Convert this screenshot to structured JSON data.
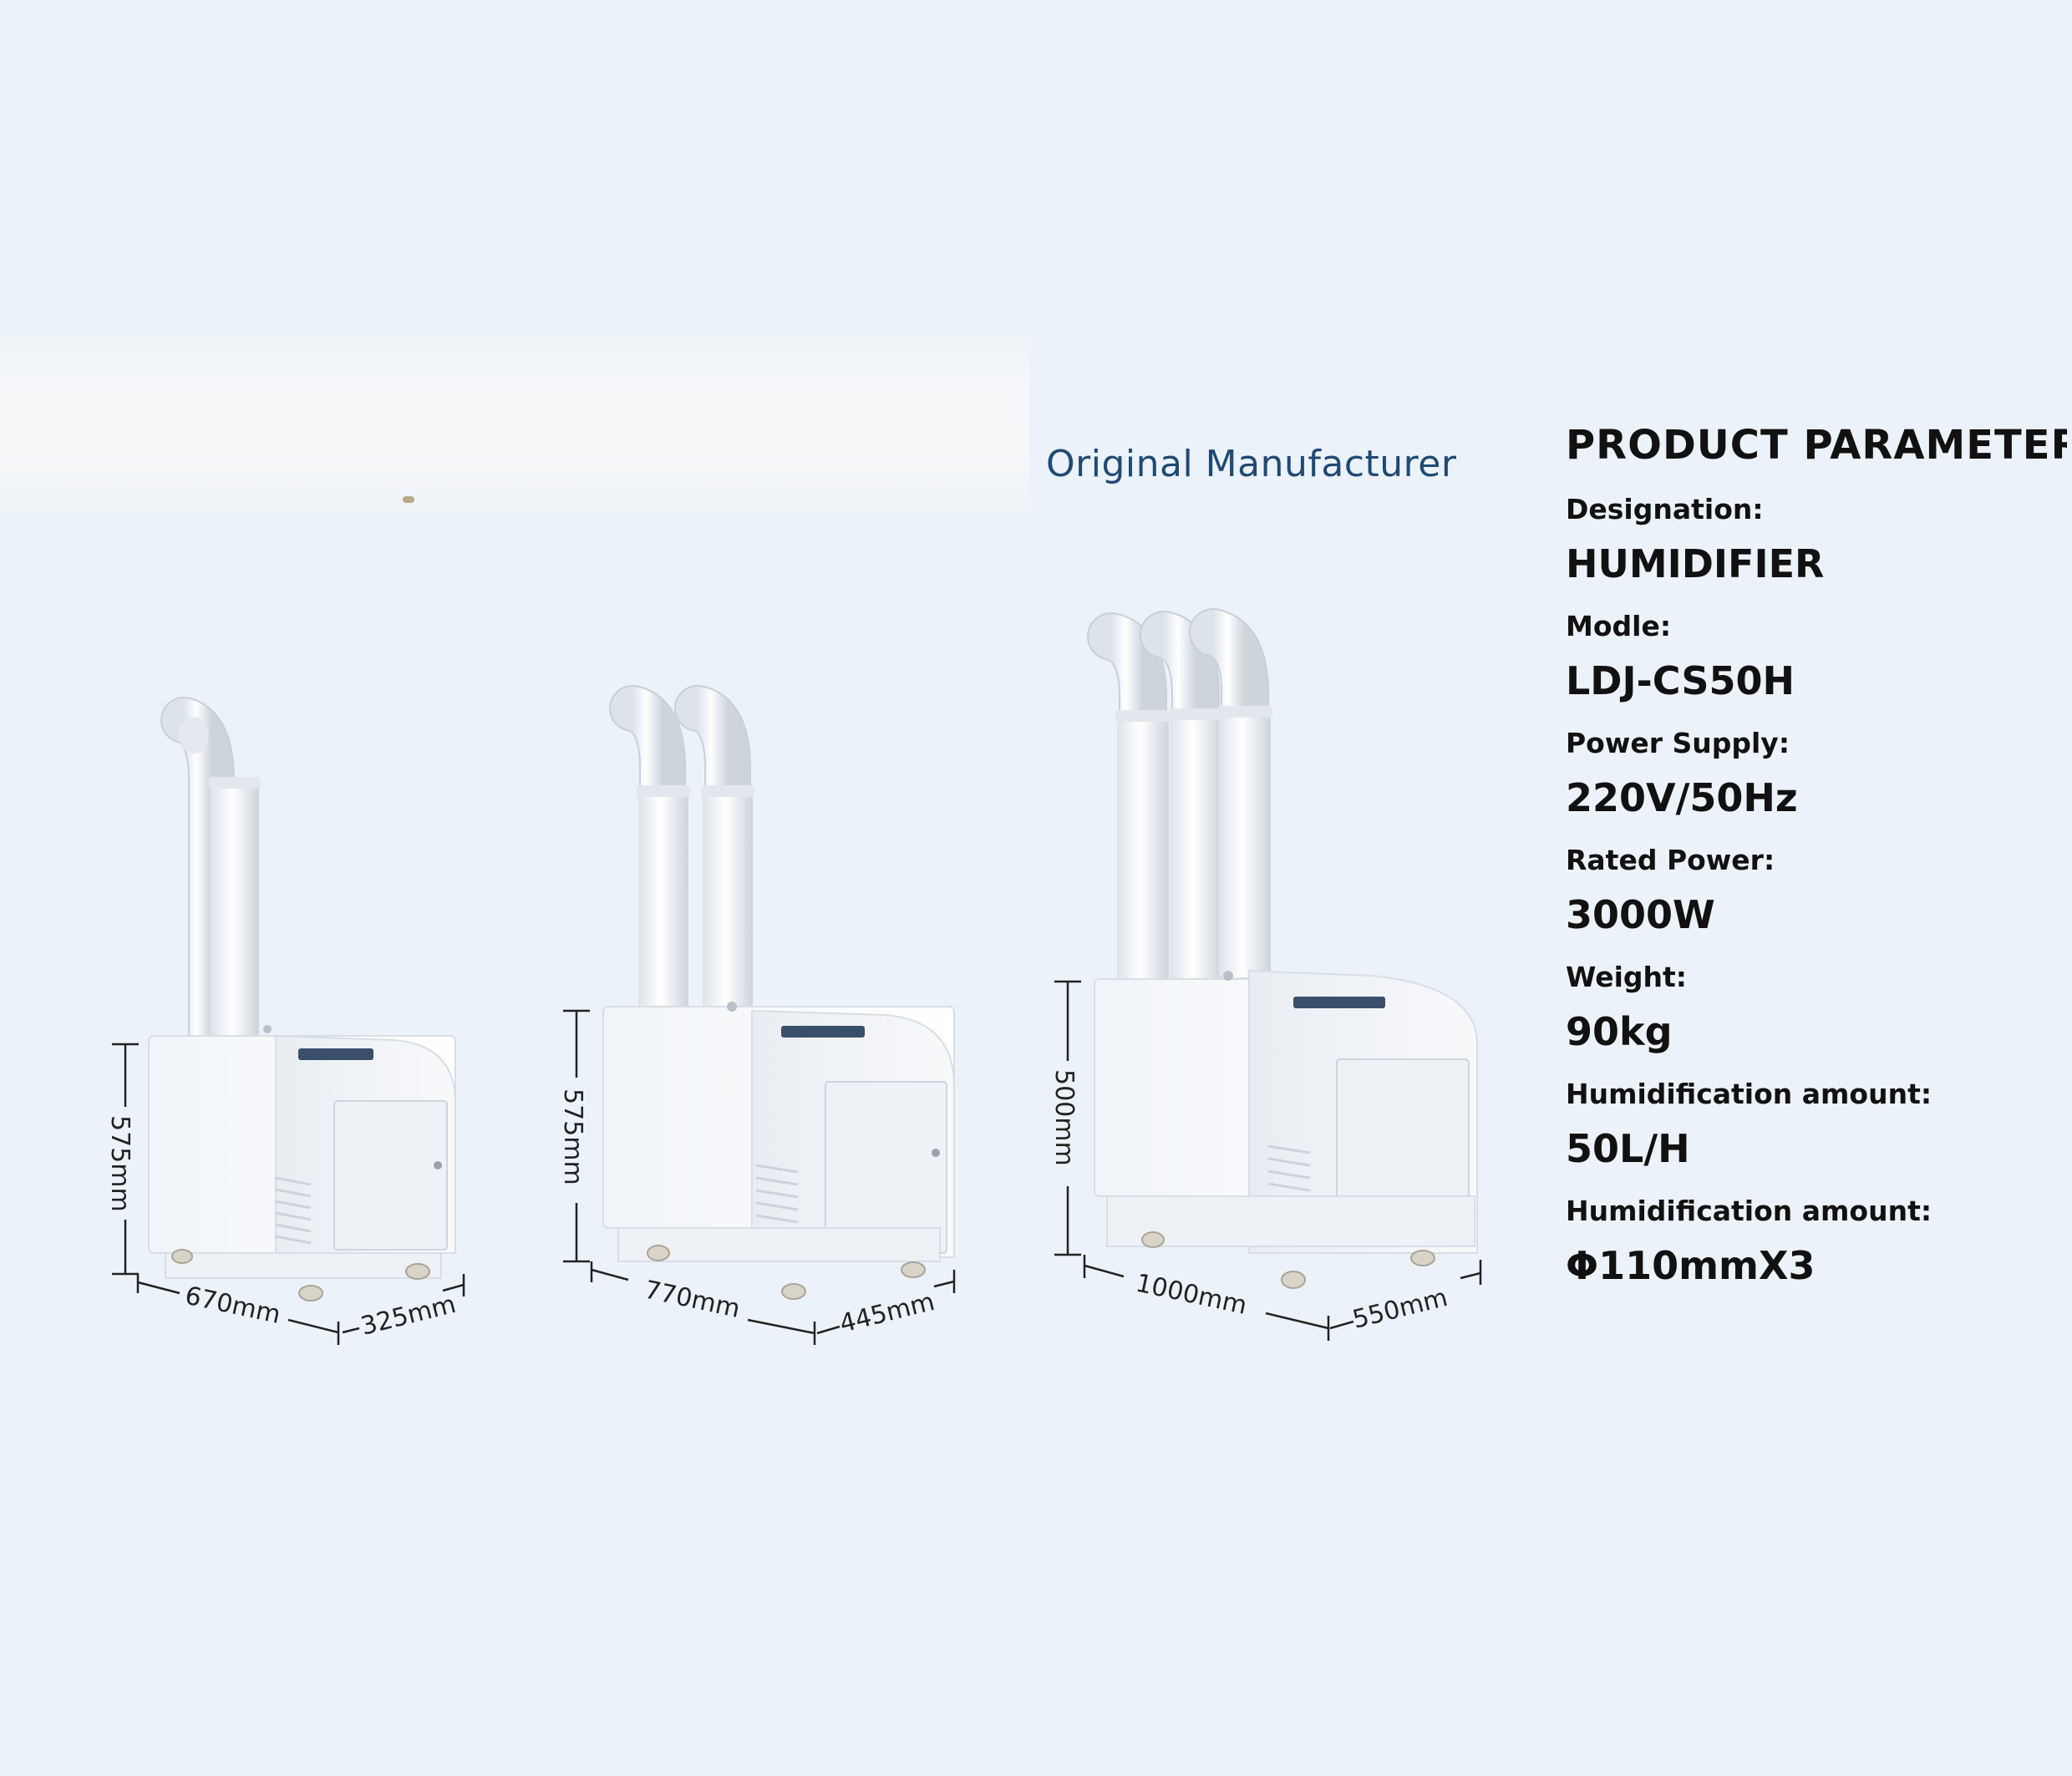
{
  "brand": "Original Manufacturer",
  "parameters": {
    "title": "PRODUCT PARAMETERS",
    "items": [
      {
        "label": "Designation:",
        "value": "HUMIDIFIER"
      },
      {
        "label": "Modle:",
        "value": "LDJ-CS50H"
      },
      {
        "label": "Power Supply:",
        "value": "220V/50Hz"
      },
      {
        "label": "Rated Power:",
        "value": "3000W"
      },
      {
        "label": "Weight:",
        "value": "90kg"
      },
      {
        "label": "Humidification amount:",
        "value": "50L/H"
      },
      {
        "label": "Humidification amount:",
        "value": "Φ110mmX3"
      }
    ]
  },
  "units": [
    {
      "pipes": 1,
      "height": "575mm",
      "length": "670mm",
      "depth": "325mm"
    },
    {
      "pipes": 2,
      "height": "575mm",
      "length": "770mm",
      "depth": "445mm"
    },
    {
      "pipes": 3,
      "height": "500mm",
      "length": "1000mm",
      "depth": "550mm"
    }
  ]
}
